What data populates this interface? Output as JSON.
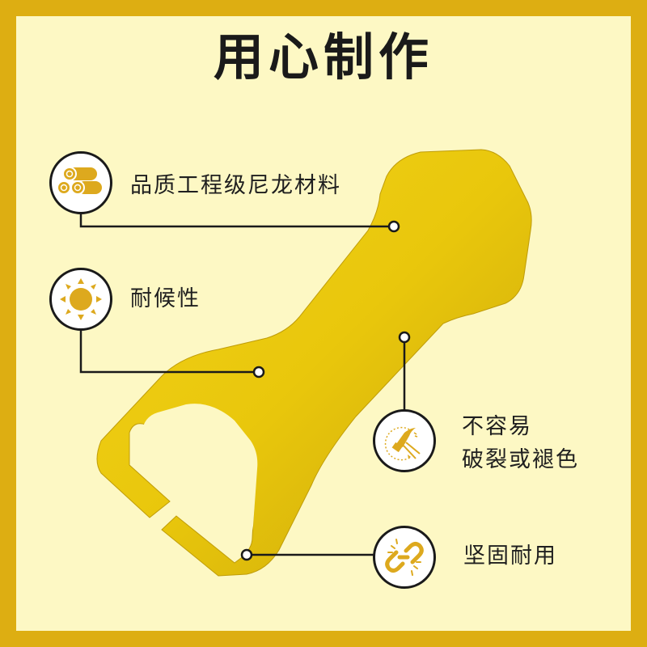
{
  "title": "用心制作",
  "colors": {
    "frame": "#DDAE12",
    "background": "#FDF8C4",
    "product": "#E8C40A",
    "icon": "#DDA91E",
    "line": "#1a1a1a"
  },
  "product": {
    "name": "yellow-nylon-wrench"
  },
  "features": [
    {
      "icon": "pipes-material-icon",
      "lines": [
        "品质工程级尼龙材料"
      ]
    },
    {
      "icon": "sun-icon",
      "lines": [
        "耐候性"
      ]
    },
    {
      "icon": "hammer-impact-icon",
      "lines": [
        "不容易",
        "破裂或褪色"
      ]
    },
    {
      "icon": "chain-link-icon",
      "lines": [
        "坚固耐用"
      ]
    }
  ]
}
